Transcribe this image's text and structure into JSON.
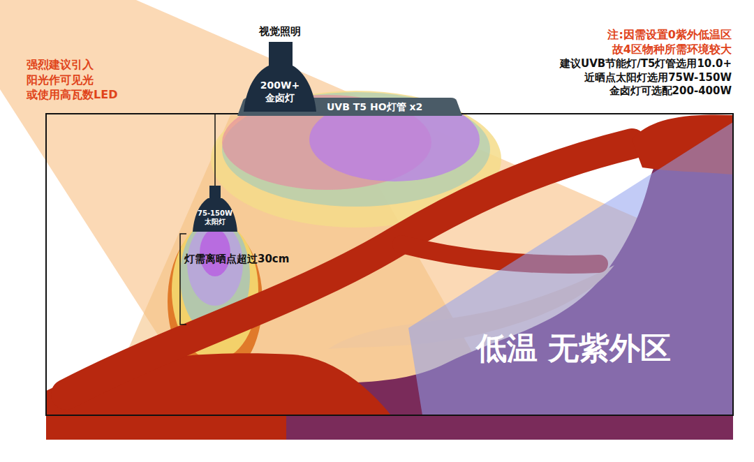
{
  "diagram": {
    "nodes": [
      {
        "text": [
          "视觉照明",
          "200W+ 金卤灯"
        ]
      },
      {
        "text": [
          "UVB T5 HO灯管 x2"
        ]
      },
      {
        "text": [
          "75-150W 太阳灯"
        ]
      }
    ],
    "labels": [
      "强烈建议引入 阳光作可见光 或使用高瓦数LED",
      "注:因需设置0紫外低温区 故4区物种所需环境较大",
      "建议UVB节能灯/T5灯管选用10.0+ 近晒点太阳灯选用75W-150W 金卤灯可选配200-400W",
      "灯需离晒点超过30cm",
      "低温 无紫外区"
    ]
  }
}
